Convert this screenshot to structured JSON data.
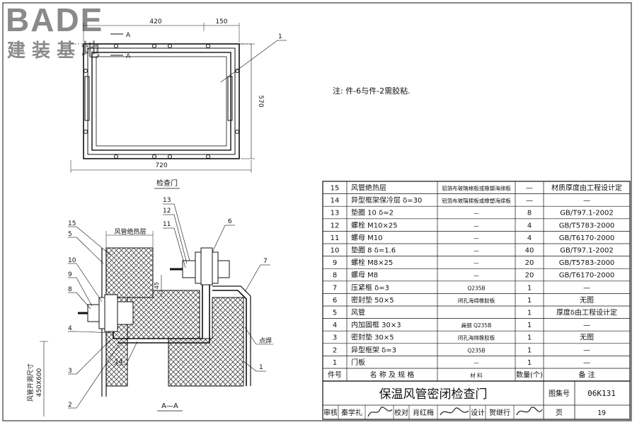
{
  "logo": {
    "brand": "BADE",
    "subtitle": "建装基地"
  },
  "note": "注: 件-6与件-2需胶粘.",
  "plan": {
    "caption": "检查门",
    "dims": {
      "top_left": "420",
      "top_right": "150",
      "bottom": "720",
      "right": "570"
    },
    "section_marks": [
      "A",
      "A"
    ],
    "callout": "1"
  },
  "section": {
    "caption": "A—A",
    "insulation_label": "风管绝热层",
    "dim_45": "45",
    "weld_label": "点焊",
    "opening_label_1": "风管开洞尺寸",
    "opening_label_2": "450X600",
    "callouts_left": [
      "15",
      "5",
      "10",
      "9",
      "8",
      "4",
      "3",
      "2",
      "14"
    ],
    "callouts_top": [
      "13",
      "12",
      "11",
      "6",
      "7",
      "1"
    ]
  },
  "table": {
    "header": {
      "no": "件号",
      "name": "名 称 及 规 格",
      "material": "材 料",
      "qty": "数量(个)",
      "remark": "备 注"
    },
    "rows": [
      {
        "no": "15",
        "name": "风管绝热层",
        "material": "铝箔布玻璃棉板或橡塑海绵板",
        "qty": "—",
        "remark": "材质厚度由工程设计定"
      },
      {
        "no": "14",
        "name": "异型框架保冷层  δ=30",
        "material": "铝箔布玻璃棉板或橡塑海绵板",
        "qty": "—",
        "remark": "—"
      },
      {
        "no": "13",
        "name": "垫圈  10  δ=2",
        "material": "—",
        "qty": "8",
        "remark": "GB/T97.1-2002"
      },
      {
        "no": "12",
        "name": "螺栓  M10×25",
        "material": "—",
        "qty": "4",
        "remark": "GB/T5783-2000"
      },
      {
        "no": "11",
        "name": "螺母  M10",
        "material": "—",
        "qty": "4",
        "remark": "GB/T6170-2000"
      },
      {
        "no": "10",
        "name": "垫圈  8  δ=1.6",
        "material": "—",
        "qty": "40",
        "remark": "GB/T97.1-2002"
      },
      {
        "no": "9",
        "name": "螺栓  M8×25",
        "material": "—",
        "qty": "20",
        "remark": "GB/T5783-2000"
      },
      {
        "no": "8",
        "name": "螺母  M8",
        "material": "—",
        "qty": "20",
        "remark": "GB/T6170-2000"
      },
      {
        "no": "7",
        "name": "压紧框  δ=3",
        "material": "Q235B",
        "qty": "1",
        "remark": "—"
      },
      {
        "no": "6",
        "name": "密封垫  50×5",
        "material": "闭孔海绵橡胶板",
        "qty": "1",
        "remark": "无图"
      },
      {
        "no": "5",
        "name": "风管",
        "material": "",
        "qty": "1",
        "remark": "厚度δ由工程设计定"
      },
      {
        "no": "4",
        "name": "内加固框  30×3",
        "material": "扁钢  Q235B",
        "qty": "1",
        "remark": "—"
      },
      {
        "no": "3",
        "name": "密封垫  30×5",
        "material": "闭孔海绵橡胶板",
        "qty": "1",
        "remark": "无图"
      },
      {
        "no": "2",
        "name": "异型框架  δ=3",
        "material": "Q235B",
        "qty": "1",
        "remark": "—"
      },
      {
        "no": "1",
        "name": "门板",
        "material": "—",
        "qty": "1",
        "remark": "—"
      }
    ]
  },
  "title_block": {
    "title": "保温风管密闭检查门",
    "atlas_label": "图集号",
    "atlas_no": "06K131",
    "review_label": "审核",
    "review_name": "秦学礼",
    "check_label": "校对",
    "check_name": "肖红梅",
    "design_label": "设计",
    "design_name": "贺继行",
    "page_label": "页",
    "page_no": "19"
  }
}
